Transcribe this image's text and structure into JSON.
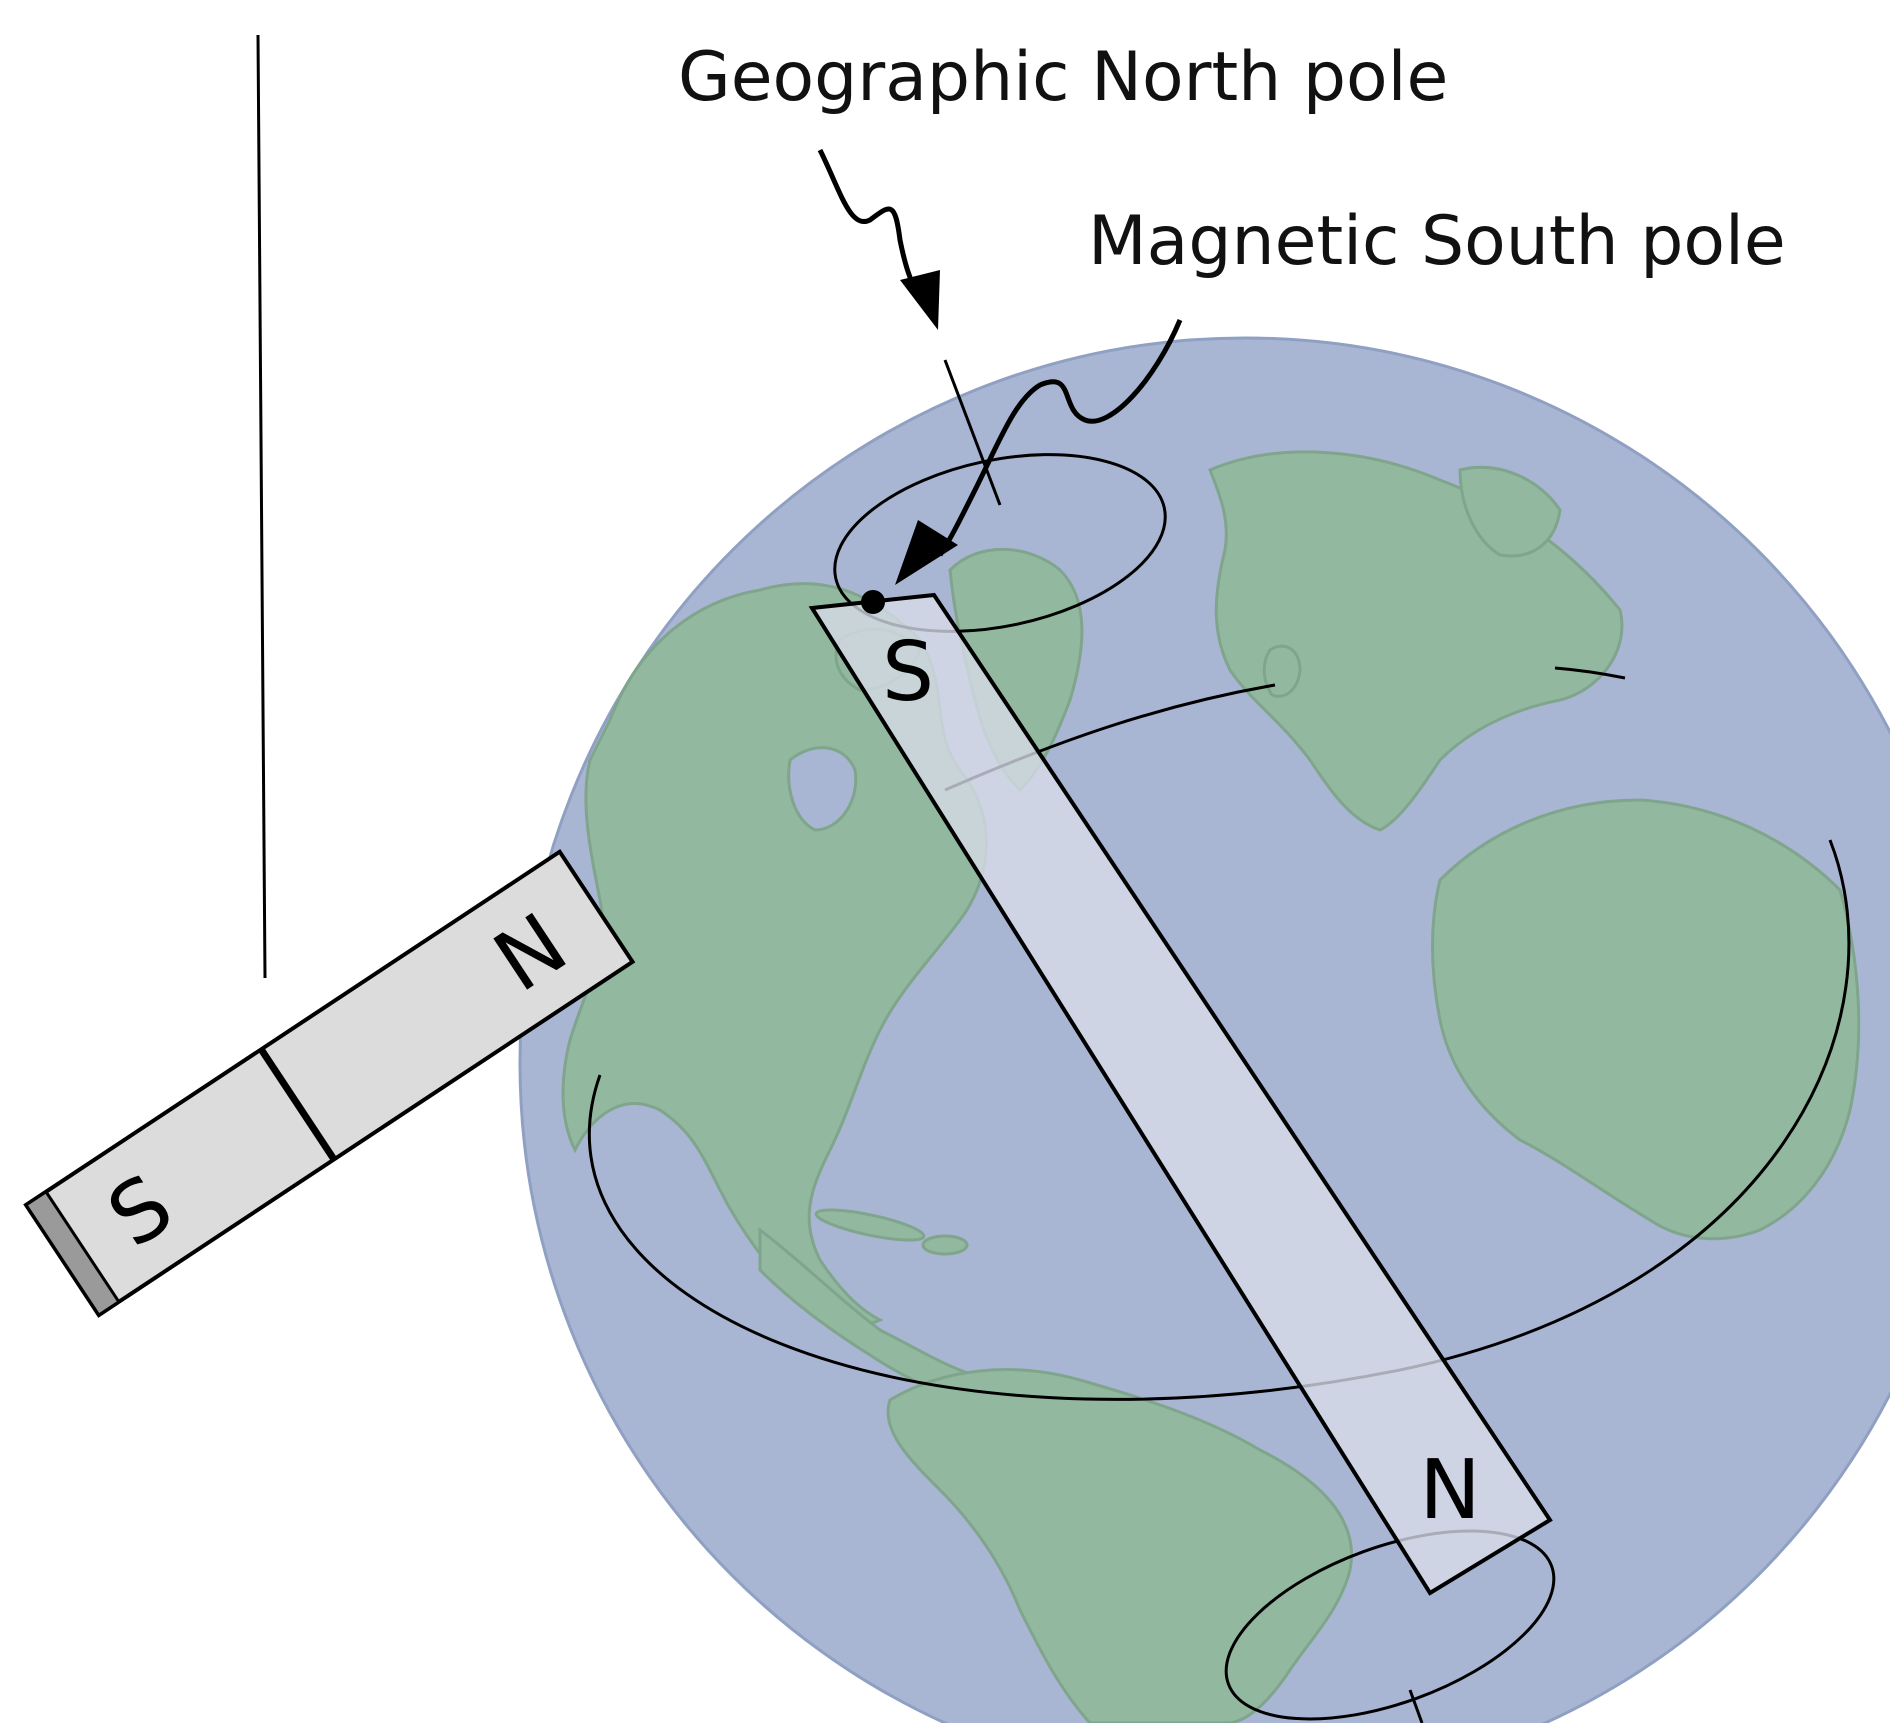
{
  "labels": {
    "geographic_north": "Geographic North pole",
    "magnetic_south": "Magnetic South pole"
  },
  "bar_magnet": {
    "south_letter": "S",
    "north_letter": "N"
  },
  "earth_magnet": {
    "south_letter": "S",
    "north_letter": "N"
  },
  "colors": {
    "ocean": "#a9b6d3",
    "land": "#93b8a0",
    "magnet_fill": "#dcdcdc",
    "earth_bar_fill": "#d9dde9",
    "outline": "#000000"
  }
}
